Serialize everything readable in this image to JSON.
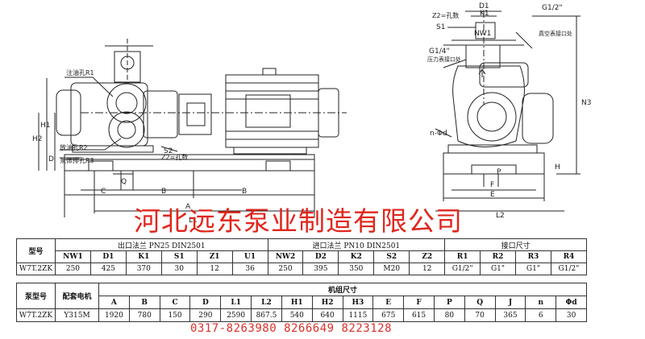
{
  "drawing": {
    "labels": {
      "zhuyou_r1": "注油孔R1",
      "fangyou_r2": "放油孔R2",
      "bengti_r3": "泵体排孔R3",
      "s2": "S2",
      "z2_kongshu_front": "Z2=孔数",
      "z2_kongshu_side": "Z2=孔数",
      "s1": "S1",
      "nw1": "NW1",
      "d1": "D1",
      "k1": "K1",
      "g12": "G1/2\"",
      "zhenkong": "真空表接口处",
      "g14": "G1/4\"",
      "yali": "压力表接口处",
      "n_phi_d": "n-Φd",
      "h": "H",
      "h1": "H1",
      "h2": "H2",
      "d": "D",
      "q": "Q",
      "c": "C",
      "b_left": "B",
      "b_right": "B",
      "a": "A",
      "l1": "L1",
      "n3": "N3",
      "p": "P",
      "f": "F",
      "e": "E",
      "l2": "L2"
    }
  },
  "company_name": "河北远东泵业制造有限公司",
  "phone": "0317-8263980  8266649  8223128",
  "table1": {
    "model_header": "型号",
    "outlet_header": "出口法兰 PN25 DIN2501",
    "inlet_header": "进口法兰 PN10 DIN2501",
    "port_header": "接口尺寸",
    "columns": [
      "NW1",
      "D1",
      "K1",
      "S1",
      "Z1",
      "U1",
      "NW2",
      "D2",
      "K2",
      "S2",
      "Z2",
      "R1",
      "R2",
      "R3",
      "R4"
    ],
    "row": {
      "model": "W7T.2ZK",
      "values": [
        "250",
        "425",
        "370",
        "30",
        "12",
        "36",
        "250",
        "395",
        "350",
        "M20",
        "12",
        "G1/2\"",
        "G1\"",
        "G1\"",
        "G1/2\""
      ]
    }
  },
  "table2": {
    "model_header": "泵型号",
    "motor_header": "配套电机",
    "dims_header": "机组尺寸",
    "columns": [
      "A",
      "B",
      "C",
      "D",
      "L1",
      "L2",
      "H1",
      "H2",
      "H3",
      "E",
      "F",
      "P",
      "Q",
      "J",
      "n",
      "Φd"
    ],
    "row": {
      "model": "W7T.2ZK",
      "motor": "Y315M",
      "values": [
        "1920",
        "780",
        "150",
        "290",
        "2590",
        "867.5",
        "540",
        "640",
        "1115",
        "675",
        "615",
        "80",
        "70",
        "365",
        "6",
        "30"
      ]
    }
  }
}
